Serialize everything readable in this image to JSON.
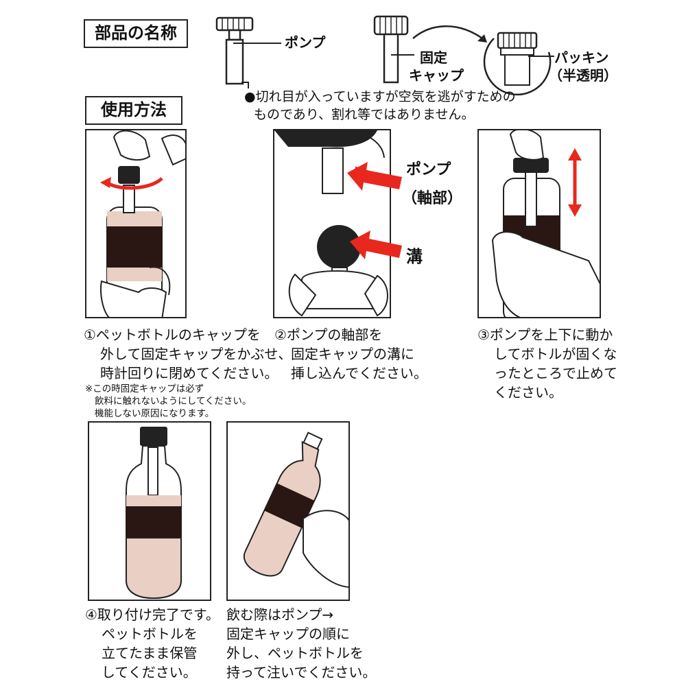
{
  "colors": {
    "accent_red": "#e8281e",
    "liquid": "#2a1612",
    "liquid_light": "#e9cfc4",
    "skin": "#ffffff",
    "line": "#222222"
  },
  "parts": {
    "heading": "部品の名称",
    "pump_label": "ポンプ",
    "cap_label_line1": "固定",
    "cap_label_line2": "キャップ",
    "packing_label_line1": "パッキン",
    "packing_label_line2": "（半透明）",
    "note_line1": "●切れ目が入っていますが空気を逃がすための",
    "note_line2": "ものであり、割れ等ではありません。"
  },
  "usage": {
    "heading": "使用方法",
    "panel2_pump_label": "ポンプ",
    "panel2_axis_label": "（軸部）",
    "panel2_groove_label": "溝",
    "step1": [
      "①ペットボトルのキャップを",
      "外して固定キャップをかぶせ、",
      "時計回りに閉めてください。"
    ],
    "step1_note": [
      "※この時固定キャップは必ず",
      "飲料に触れないようにしてください。",
      "機能しない原因になります。"
    ],
    "step2": [
      "②ポンプの軸部を",
      "固定キャップの溝に",
      "挿し込んでください。"
    ],
    "step3": [
      "③ポンプを上下に動か",
      "してボトルが固くな",
      "ったところで止めて",
      "ください。"
    ],
    "step4": [
      "④取り付け完了です。",
      "ペットボトルを",
      "立てたまま保管",
      "してください。"
    ],
    "step5": [
      "飲む際はポンプ→",
      "固定キャップの順に",
      "外し、ペットボトルを",
      "持って注いでください。"
    ]
  },
  "icons": [
    "pump-icon",
    "cap-icon",
    "packing-icon",
    "rotate-arrow-icon",
    "red-arrow-icon",
    "up-down-arrow-icon"
  ]
}
